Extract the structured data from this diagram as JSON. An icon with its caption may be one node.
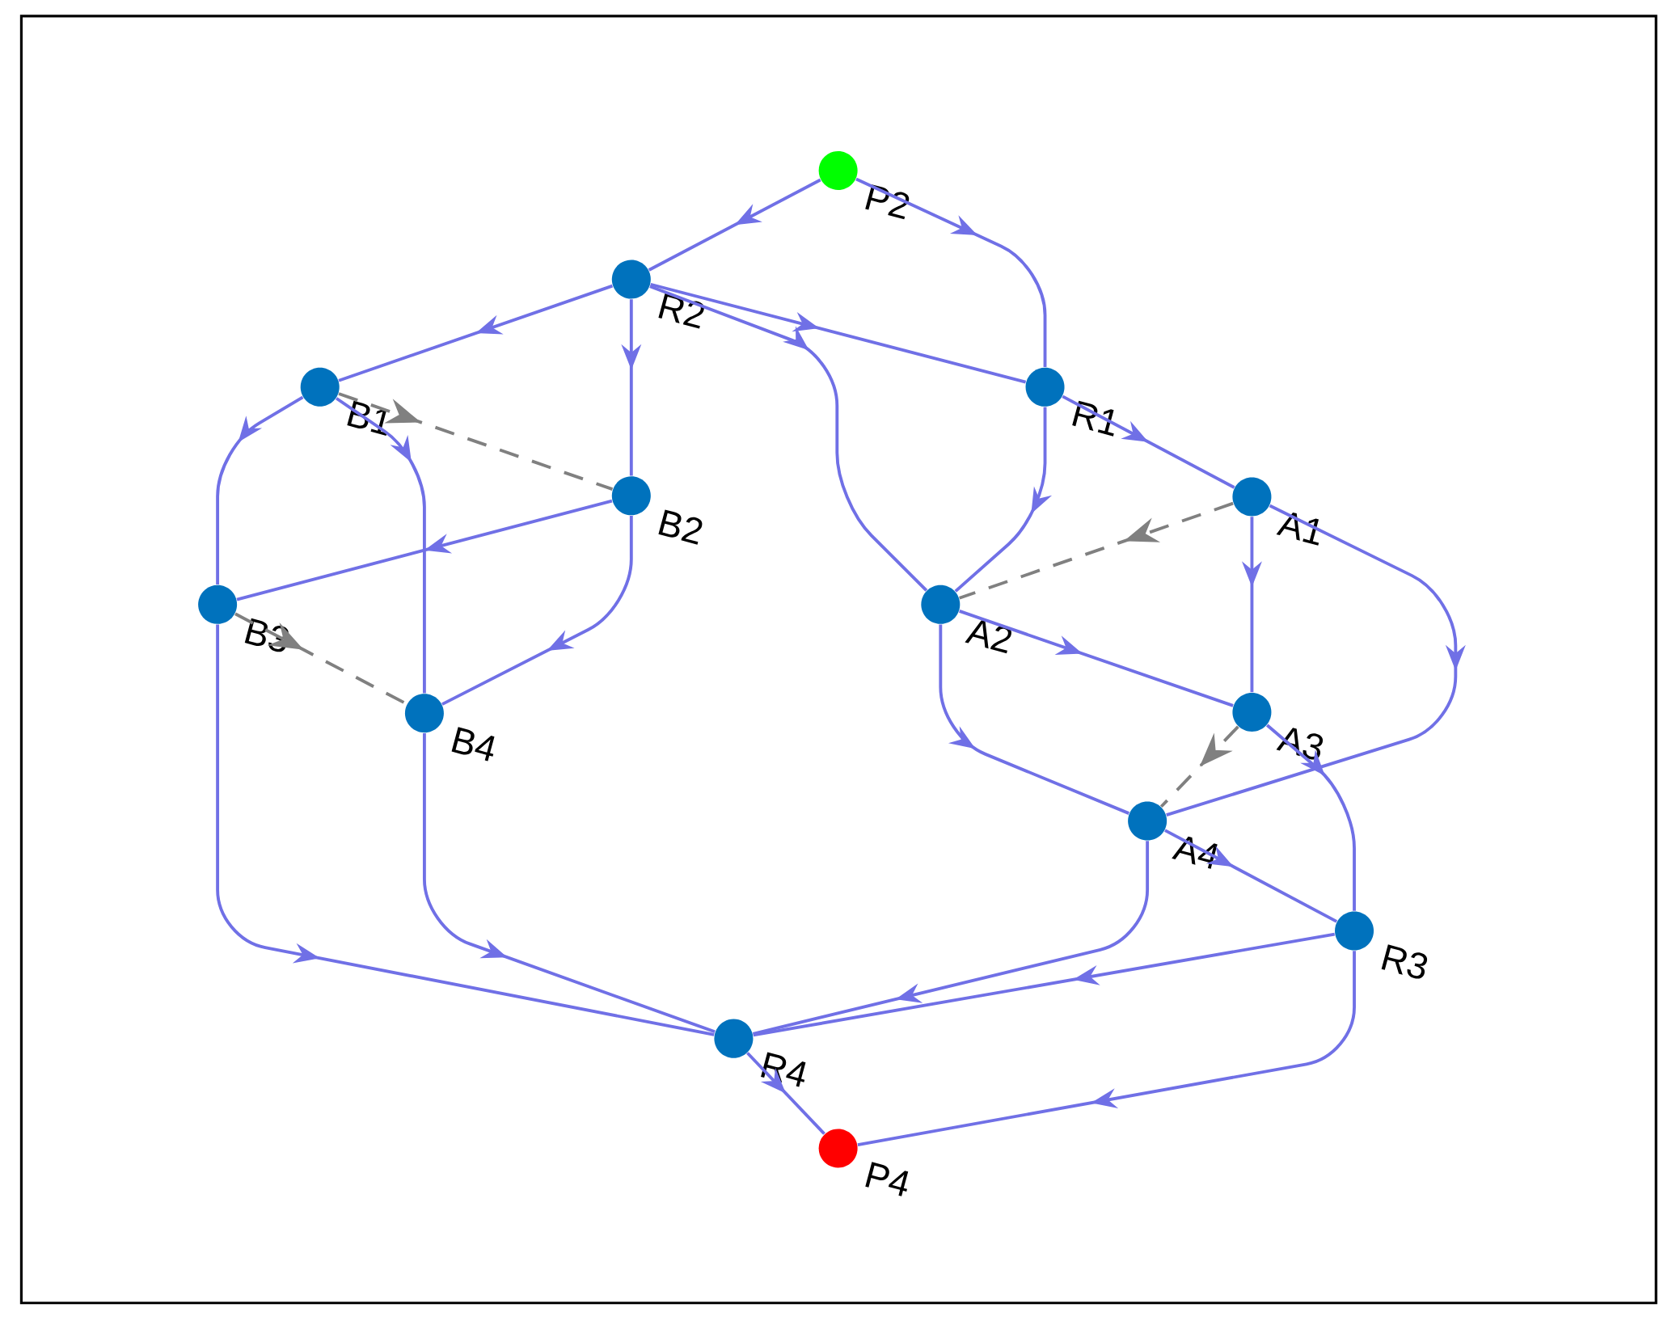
{
  "diagram": {
    "nodes": [
      {
        "text": [],
        "shape": "circle",
        "beside": [
          "P2"
        ]
      },
      {
        "text": [],
        "shape": "circle",
        "beside": [
          "R2"
        ]
      },
      {
        "text": [],
        "shape": "circle",
        "beside": [
          "R1"
        ]
      },
      {
        "text": [],
        "shape": "circle",
        "beside": [
          "B1"
        ]
      },
      {
        "text": [],
        "shape": "circle",
        "beside": [
          "B2"
        ]
      },
      {
        "text": [],
        "shape": "circle",
        "beside": [
          "A1"
        ]
      },
      {
        "text": [],
        "shape": "circle",
        "beside": [
          "B3"
        ]
      },
      {
        "text": [],
        "shape": "circle",
        "beside": [
          "A2"
        ]
      },
      {
        "text": [],
        "shape": "circle",
        "beside": [
          "A3"
        ]
      },
      {
        "text": [],
        "shape": "circle",
        "beside": [
          "B4"
        ]
      },
      {
        "text": [],
        "shape": "circle",
        "beside": [
          "A4"
        ]
      },
      {
        "text": [],
        "shape": "circle",
        "beside": [
          "R3"
        ]
      },
      {
        "text": [],
        "shape": "circle",
        "beside": [
          "R4"
        ]
      },
      {
        "text": [],
        "shape": "circle",
        "beside": [
          "P4"
        ]
      }
    ],
    "edges": [
      {
        "from": 0,
        "to": 1,
        "arrow": "to"
      },
      {
        "from": 0,
        "to": 2,
        "arrow": "to"
      },
      {
        "from": 1,
        "to": 3,
        "arrow": "to"
      },
      {
        "from": 1,
        "to": 4,
        "arrow": "to"
      },
      {
        "from": 1,
        "to": 2,
        "arrow": "to"
      },
      {
        "from": 1,
        "to": 7,
        "arrow": "to"
      },
      {
        "from": 2,
        "to": 7,
        "arrow": "to"
      },
      {
        "from": 2,
        "to": 5,
        "arrow": "to"
      },
      {
        "from": 3,
        "to": 6,
        "arrow": "to"
      },
      {
        "from": 3,
        "to": 9,
        "arrow": "to"
      },
      {
        "from": 3,
        "to": 4,
        "arrow": "to",
        "style": "dashed",
        "color": "#808080"
      },
      {
        "from": 4,
        "to": 6,
        "arrow": "to"
      },
      {
        "from": 4,
        "to": 9,
        "arrow": "to"
      },
      {
        "from": 6,
        "to": 9,
        "arrow": "to",
        "style": "dashed",
        "color": "#808080"
      },
      {
        "from": 5,
        "to": 7,
        "arrow": "to",
        "style": "dashed",
        "color": "#808080"
      },
      {
        "from": 5,
        "to": 8,
        "arrow": "to"
      },
      {
        "from": 5,
        "to": 10,
        "arrow": "to"
      },
      {
        "from": 7,
        "to": 8,
        "arrow": "to"
      },
      {
        "from": 7,
        "to": 10,
        "arrow": "to"
      },
      {
        "from": 8,
        "to": 10,
        "arrow": "to",
        "style": "dashed",
        "color": "#808080"
      },
      {
        "from": 8,
        "to": 11,
        "arrow": "to"
      },
      {
        "from": 10,
        "to": 11,
        "arrow": "to"
      },
      {
        "from": 10,
        "to": 12,
        "arrow": "to"
      },
      {
        "from": 11,
        "to": 12,
        "arrow": "to"
      },
      {
        "from": 11,
        "to": 13,
        "arrow": "to"
      },
      {
        "from": 6,
        "to": 12,
        "arrow": "to"
      },
      {
        "from": 9,
        "to": 12,
        "arrow": "to"
      },
      {
        "from": 12,
        "to": 13,
        "arrow": "to"
      }
    ]
  }
}
